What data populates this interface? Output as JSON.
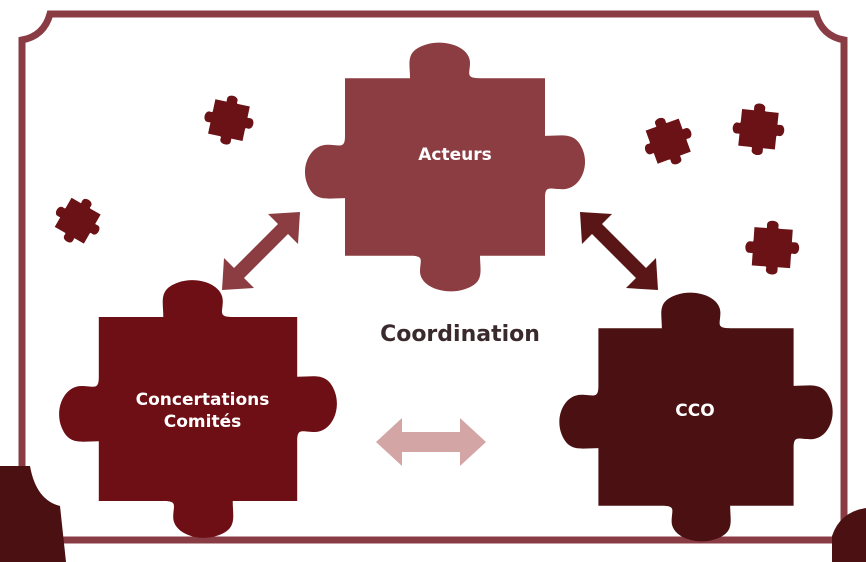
{
  "title": "Coordination",
  "pieces": {
    "top": "Acteurs",
    "left_line1": "Concertations",
    "left_line2": "Comités",
    "right": "CCO"
  },
  "colors": {
    "frame": "#8a3c44",
    "piece_top": "#8b3d41",
    "piece_left": "#6d0f15",
    "piece_right": "#4a1012",
    "small_piece": "#6a1216",
    "arrow_left": "#8b3d41",
    "arrow_right": "#5a1517",
    "arrow_bottom": "#d4a5a5",
    "corner_dark": "#4a1012"
  }
}
